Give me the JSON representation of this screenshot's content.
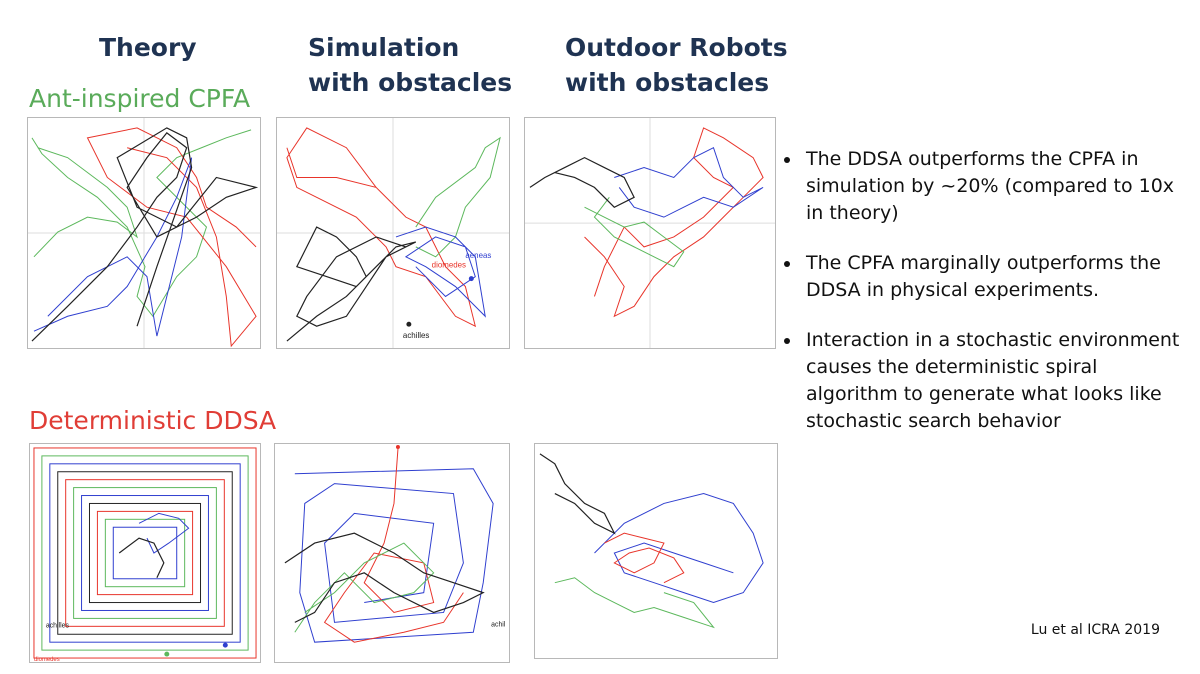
{
  "columns": {
    "theory": [
      "Theory"
    ],
    "simulation": [
      "Simulation",
      "with obstacles"
    ],
    "outdoor": [
      "Outdoor Robots",
      "with obstacles"
    ]
  },
  "rows": {
    "cpfa": {
      "label": "Ant-inspired CPFA",
      "color": "#5aab5a"
    },
    "ddsa": {
      "label": "Deterministic DDSA",
      "color": "#e03d36"
    }
  },
  "panel_labels": {
    "sim_cpfa_aeneas": "aeneas",
    "sim_cpfa_diomedes": "diomedes",
    "sim_cpfa_achilles": "achilles",
    "theory_ddsa_achilles": "achilles",
    "theory_ddsa_diomedes": "diomedes",
    "sim_ddsa_achilles": "achil"
  },
  "trace_colors": {
    "red": "#e8342a",
    "green": "#5cb85c",
    "blue": "#2f3fcf",
    "black": "#222222"
  },
  "bullets": [
    "The DDSA outperforms the CPFA in simulation by ~20% (compared to 10x in theory)",
    "The CPFA marginally outperforms the DDSA in physical experiments.",
    "Interaction in a stochastic environment causes the deterministic spiral algorithm to generate what looks like stochastic search behavior"
  ],
  "citation": "Lu et al ICRA 2019"
}
